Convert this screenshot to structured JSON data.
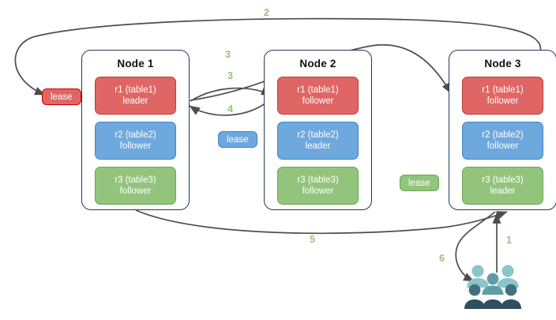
{
  "diagram": {
    "title": "Distributed database lease / range replica routing diagram",
    "colors": {
      "range_r1": "#e06666",
      "range_r1_border": "#c0392b",
      "range_r2": "#6fa8dc",
      "range_r2_border": "#3d85c6",
      "range_r3": "#93c47d",
      "range_r3_border": "#6aa84f",
      "node_border": "#23395b",
      "arrow": "#4d4d4d",
      "step_label": "#93c47d",
      "people_light": "#8ac6c9",
      "people_mid": "#5f9ea6",
      "people_dark": "#44707d",
      "people_darkest": "#2d4f5e"
    },
    "nodes": [
      {
        "id": "node-1",
        "title": "Node 1",
        "replicas": [
          {
            "id": "r1",
            "line1": "r1 (table1)",
            "line2": "leader",
            "color": "red"
          },
          {
            "id": "r2",
            "line1": "r2 (table2)",
            "line2": "follower",
            "color": "blue"
          },
          {
            "id": "r3",
            "line1": "r3 (table3)",
            "line2": "follower",
            "color": "green"
          }
        ]
      },
      {
        "id": "node-2",
        "title": "Node 2",
        "replicas": [
          {
            "id": "r1",
            "line1": "r1 (table1)",
            "line2": "follower",
            "color": "red"
          },
          {
            "id": "r2",
            "line1": "r2 (table2)",
            "line2": "leader",
            "color": "blue"
          },
          {
            "id": "r3",
            "line1": "r3 (table3)",
            "line2": "follower",
            "color": "green"
          }
        ]
      },
      {
        "id": "node-3",
        "title": "Node 3",
        "replicas": [
          {
            "id": "r1",
            "line1": "r1 (table1)",
            "line2": "follower",
            "color": "red"
          },
          {
            "id": "r2",
            "line1": "r2 (table2)",
            "line2": "follower",
            "color": "blue"
          },
          {
            "id": "r3",
            "line1": "r3 (table3)",
            "line2": "leader",
            "color": "green"
          }
        ]
      }
    ],
    "leases": [
      {
        "id": "lease-table1",
        "label": "lease",
        "color": "red"
      },
      {
        "id": "lease-table2",
        "label": "lease",
        "color": "blue"
      },
      {
        "id": "lease-table3",
        "label": "lease",
        "color": "green"
      }
    ],
    "steps": [
      {
        "id": "step-1",
        "label": "1"
      },
      {
        "id": "step-2",
        "label": "2"
      },
      {
        "id": "step-3a",
        "label": "3"
      },
      {
        "id": "step-3b",
        "label": "3"
      },
      {
        "id": "step-4",
        "label": "4"
      },
      {
        "id": "step-5",
        "label": "5"
      },
      {
        "id": "step-6",
        "label": "6"
      }
    ],
    "client": {
      "id": "client-group",
      "icon": "people-group-icon"
    }
  }
}
